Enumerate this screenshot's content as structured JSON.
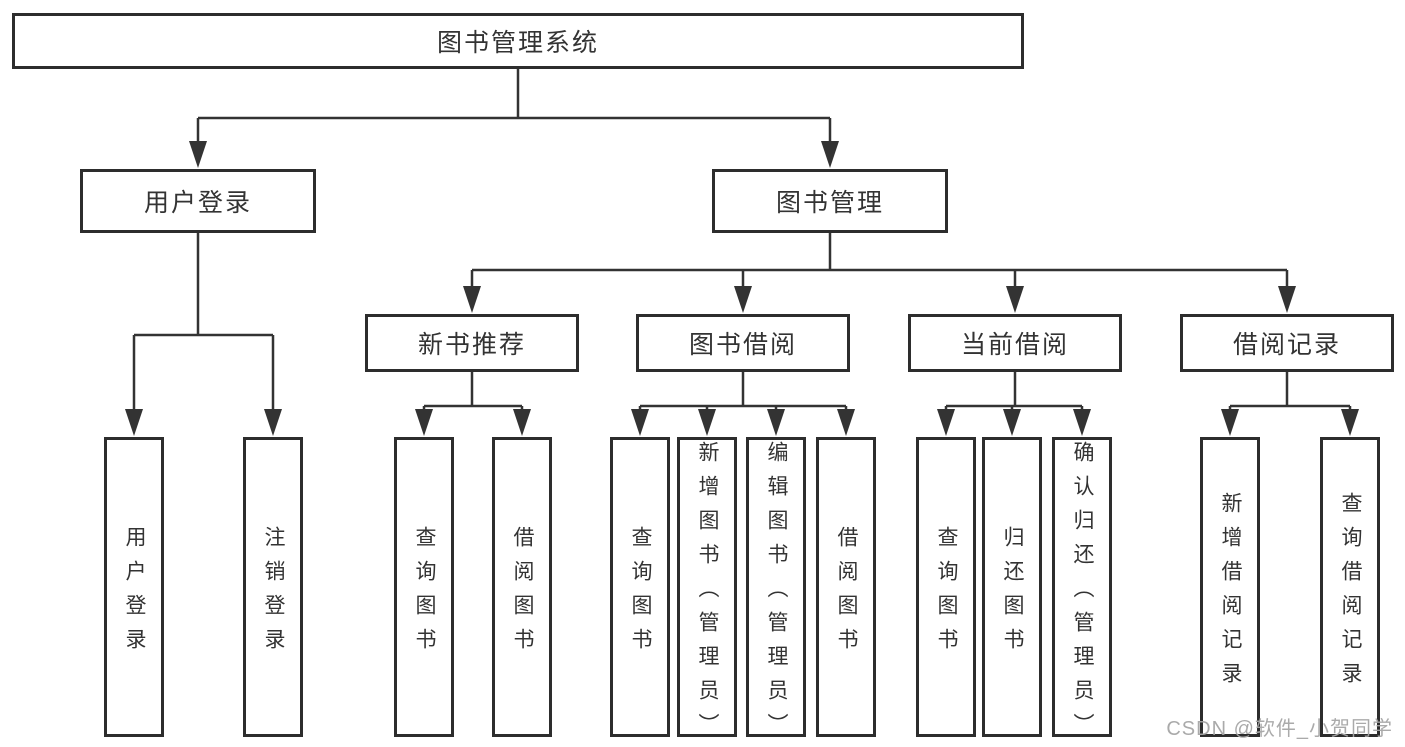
{
  "diagram": {
    "root": "图书管理系统",
    "level2": [
      {
        "label": "用户登录"
      },
      {
        "label": "图书管理"
      }
    ],
    "level3": [
      {
        "label": "新书推荐",
        "parent": "图书管理"
      },
      {
        "label": "图书借阅",
        "parent": "图书管理"
      },
      {
        "label": "当前借阅",
        "parent": "图书管理"
      },
      {
        "label": "借阅记录",
        "parent": "图书管理"
      }
    ],
    "leaves": [
      {
        "label": "用户登录",
        "parent": "用户登录"
      },
      {
        "label": "注销登录",
        "parent": "用户登录"
      },
      {
        "label": "查询图书",
        "parent": "新书推荐"
      },
      {
        "label": "借阅图书",
        "parent": "新书推荐"
      },
      {
        "label": "查询图书",
        "parent": "图书借阅"
      },
      {
        "label": "新增图书（管理员）",
        "parent": "图书借阅"
      },
      {
        "label": "编辑图书（管理员）",
        "parent": "图书借阅"
      },
      {
        "label": "借阅图书",
        "parent": "图书借阅"
      },
      {
        "label": "查询图书",
        "parent": "当前借阅"
      },
      {
        "label": "归还图书",
        "parent": "当前借阅"
      },
      {
        "label": "确认归还（管理员）",
        "parent": "当前借阅"
      },
      {
        "label": "新增借阅记录",
        "parent": "借阅记录"
      },
      {
        "label": "查询借阅记录",
        "parent": "借阅记录"
      }
    ]
  },
  "watermark": {
    "text": "CSDN @软件_小贺同学"
  },
  "colors": {
    "line": "#333333",
    "box_border": "#2d2d2d",
    "text": "#333333",
    "watermark": "#a5a5a5",
    "background": "#ffffff"
  }
}
